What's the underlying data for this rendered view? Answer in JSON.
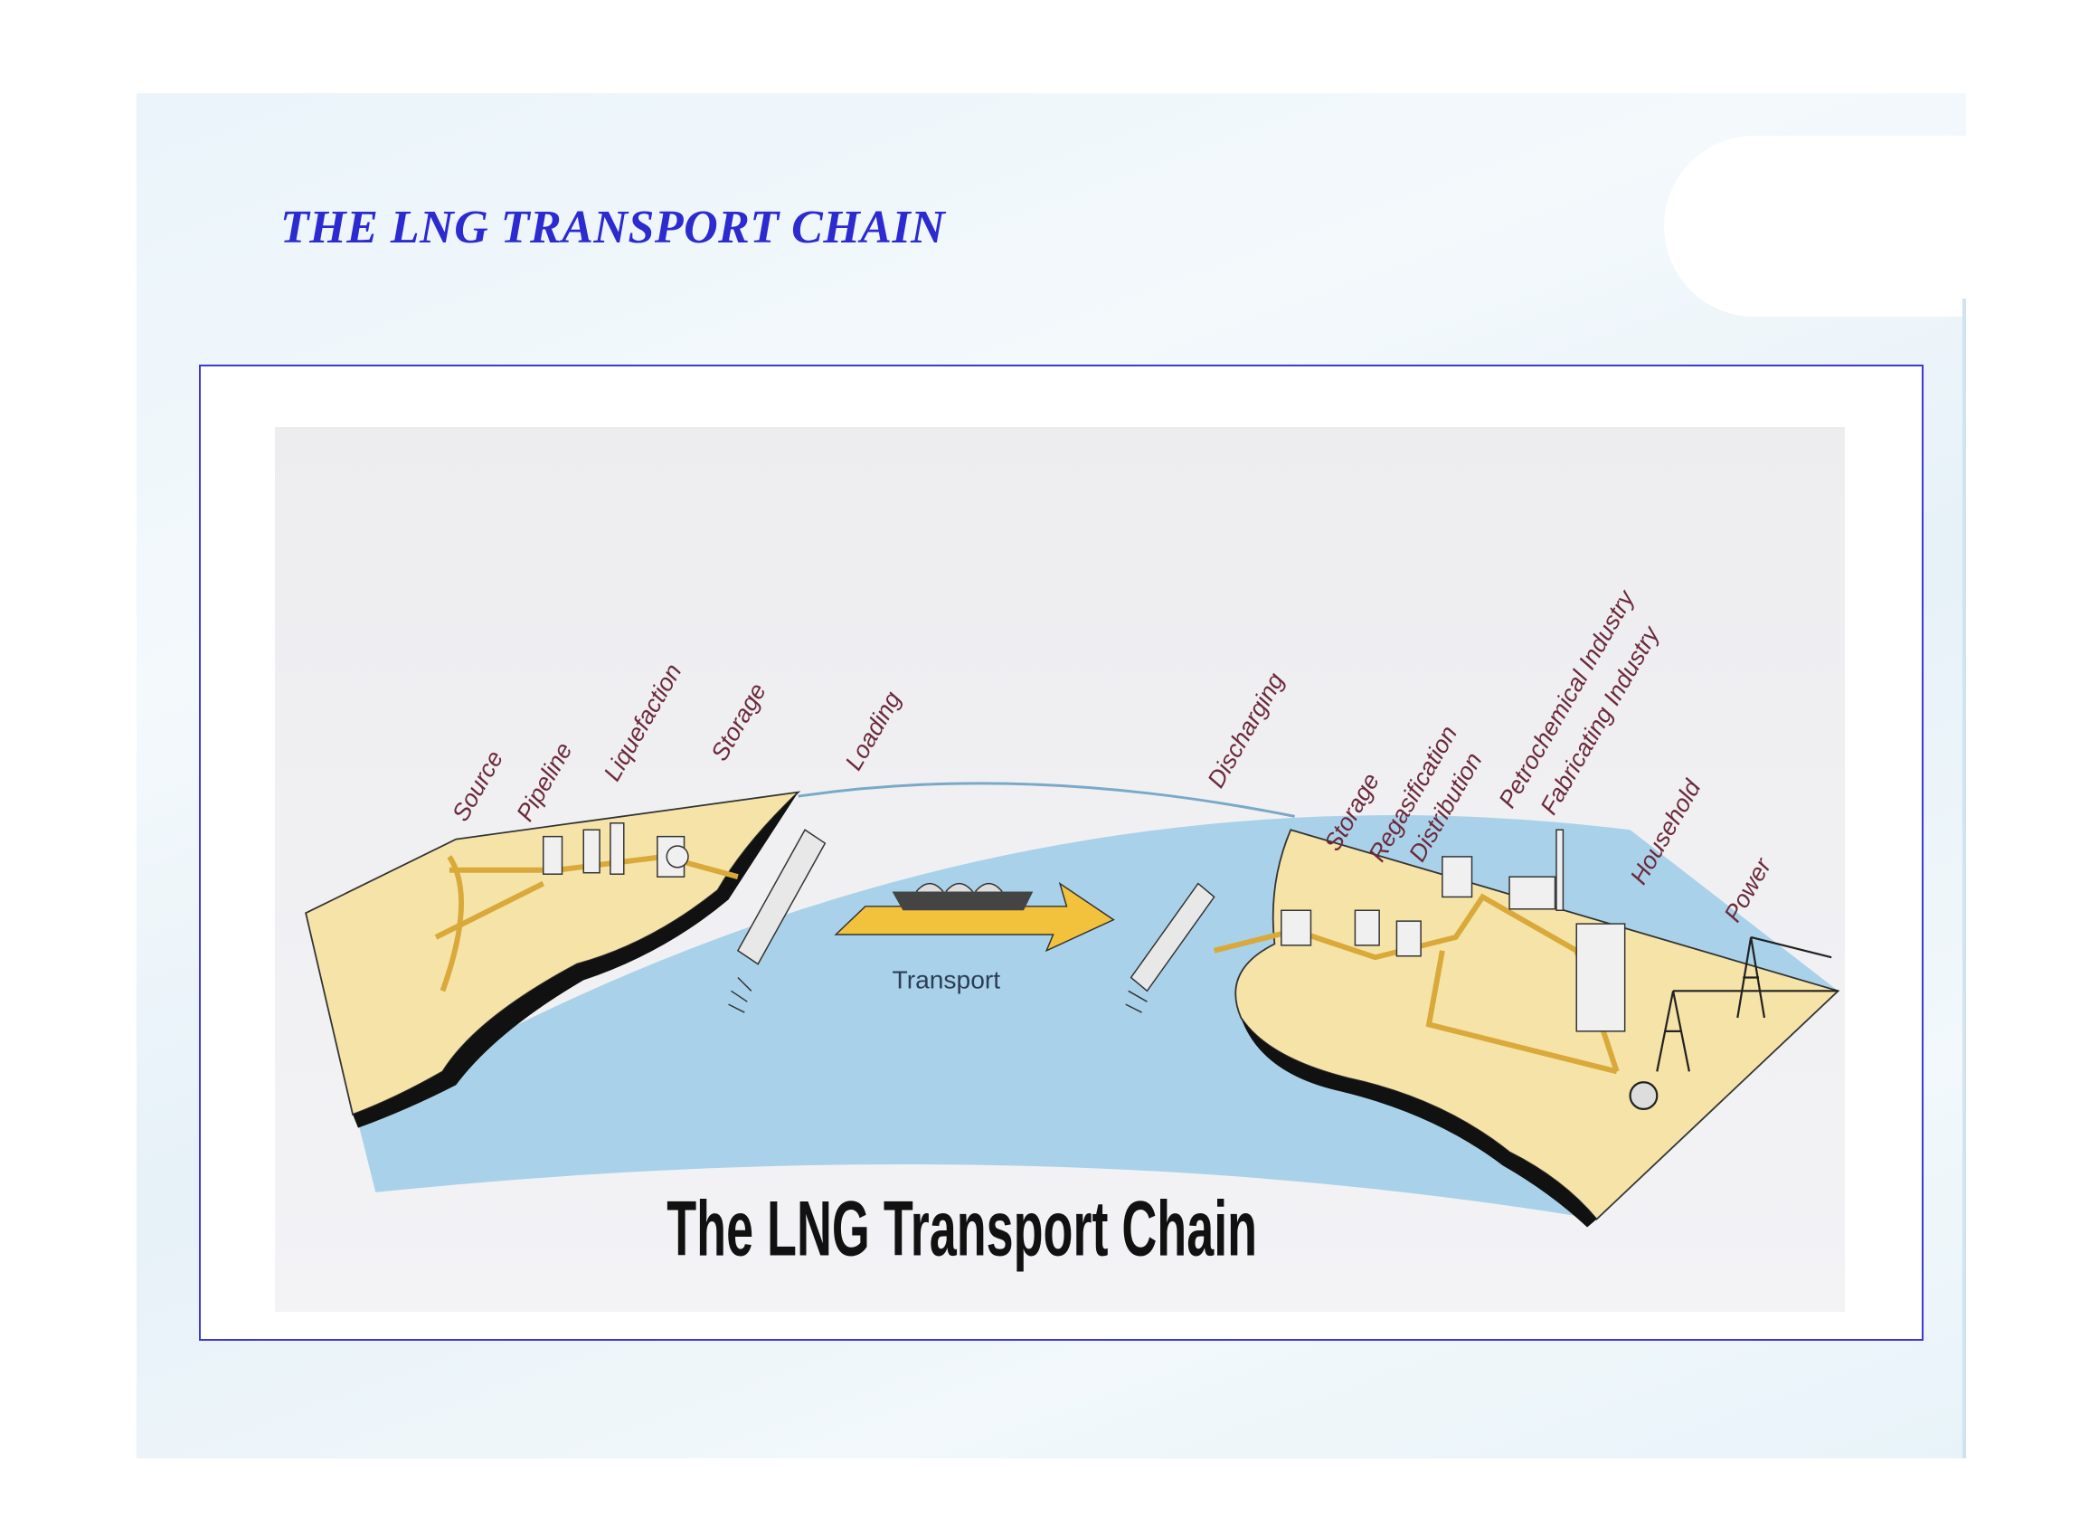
{
  "slide": {
    "title": "THE LNG TRANSPORT CHAIN"
  },
  "diagram": {
    "caption": "The LNG Transport Chain",
    "transport_label": "Transport",
    "stage_labels": [
      "Source",
      "Pipeline",
      "Liquefaction",
      "Storage",
      "Loading",
      "Discharging",
      "Storage",
      "Regasification",
      "Distribution",
      "Petrochemical Industry",
      "Fabricating Industry",
      "Household",
      "Power"
    ],
    "colors": {
      "land": "#f6e3a8",
      "water": "#a9d2ea",
      "title": "#2b2bcf",
      "label": "#6b2a3a",
      "arrow": "#f2c23c"
    }
  }
}
